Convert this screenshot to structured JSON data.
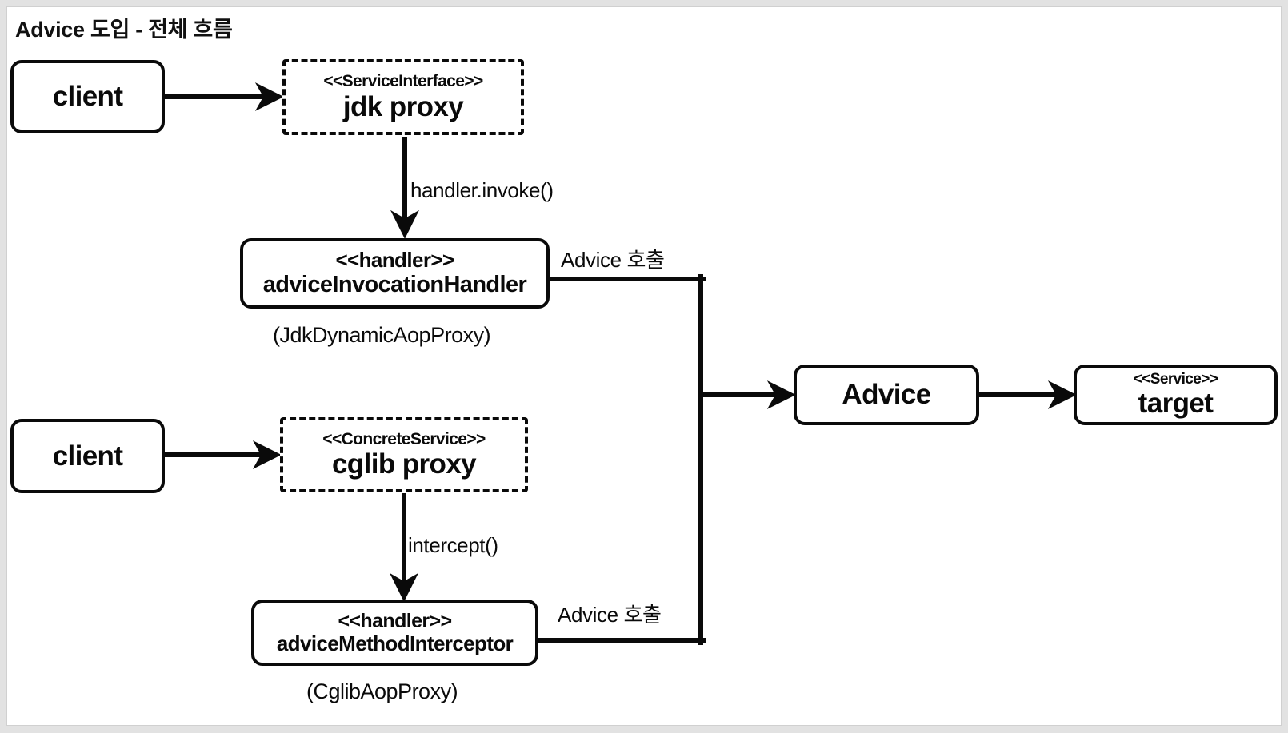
{
  "title": "Advice 도입 - 전체 흐름",
  "colors": {
    "stroke": "#0a0a0a",
    "canvas": "#ffffff",
    "frame": "#e2e2e2",
    "text": "#0a0a0a"
  },
  "nodes": {
    "client_top": {
      "name": "client",
      "stereotype": "",
      "style": "solid"
    },
    "jdk_proxy": {
      "name": "jdk proxy",
      "stereotype": "<<ServiceInterface>>",
      "style": "dashed"
    },
    "advice_invocation_handler": {
      "name": "adviceInvocationHandler",
      "stereotype": "<<handler>>",
      "style": "solid",
      "caption": "(JdkDynamicAopProxy)"
    },
    "client_bottom": {
      "name": "client",
      "stereotype": "",
      "style": "solid"
    },
    "cglib_proxy": {
      "name": "cglib proxy",
      "stereotype": "<<ConcreteService>>",
      "style": "dashed"
    },
    "advice_method_interceptor": {
      "name": "adviceMethodInterceptor",
      "stereotype": "<<handler>>",
      "style": "solid",
      "caption": "(CglibAopProxy)"
    },
    "advice": {
      "name": "Advice",
      "stereotype": "",
      "style": "solid"
    },
    "target": {
      "name": "target",
      "stereotype": "<<Service>>",
      "style": "solid"
    }
  },
  "edges": {
    "client_to_jdk": {
      "label": ""
    },
    "jdk_to_handler": {
      "label": "handler.invoke()"
    },
    "handler_to_advice": {
      "label": "Advice 호출"
    },
    "client_to_cglib": {
      "label": ""
    },
    "cglib_to_interceptor": {
      "label": "intercept()"
    },
    "interceptor_to_advice": {
      "label": "Advice 호출"
    },
    "advice_to_target": {
      "label": ""
    }
  }
}
